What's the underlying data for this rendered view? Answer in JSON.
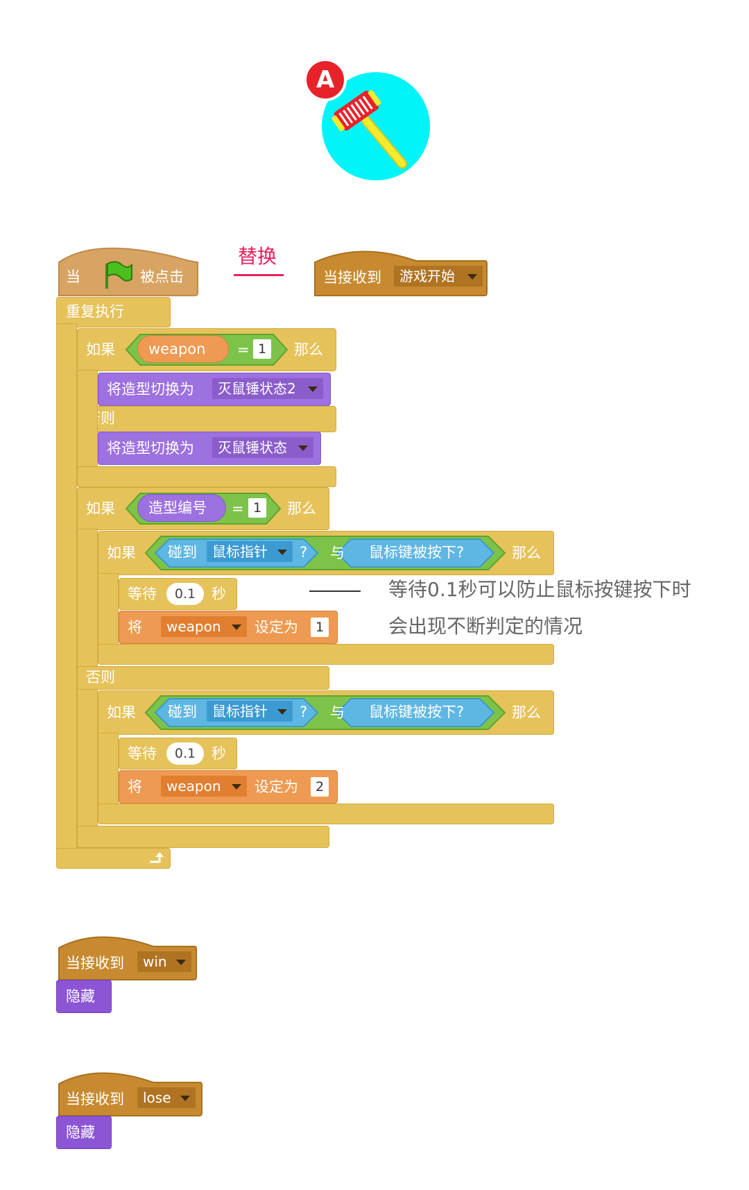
{
  "sprite": {
    "badge": "A",
    "icon": "hammer-icon",
    "accent_color": "#00F4F8",
    "badge_color": "#E8222A"
  },
  "replace_note": "替换",
  "script_main": {
    "hat_when": "当",
    "hat_clicked": "被点击",
    "flag_icon": "green-flag-icon",
    "forever": "重复执行",
    "if1": {
      "if": "如果",
      "var": "weapon",
      "eq": "=",
      "value": "1",
      "then": "那么"
    },
    "switch1": {
      "label": "将造型切换为",
      "costume": "灭鼠锤状态2"
    },
    "else1": "否则",
    "switch2": {
      "label": "将造型切换为",
      "costume": "灭鼠锤状态"
    },
    "if2": {
      "if": "如果",
      "reporter": "造型编号",
      "eq": "=",
      "value": "1",
      "then": "那么"
    },
    "inner_if_a": {
      "if": "如果",
      "touching": "碰到",
      "target": "鼠标指针",
      "q": "?",
      "and": "与",
      "mouse_down": "鼠标键被按下?",
      "then": "那么",
      "wait": "等待",
      "wait_value": "0.1",
      "sec": "秒",
      "set": "将",
      "set_var": "weapon",
      "set_to": "设定为",
      "set_value": "1"
    },
    "else2": "否则",
    "inner_if_b": {
      "if": "如果",
      "touching": "碰到",
      "target": "鼠标指针",
      "q": "?",
      "and": "与",
      "mouse_down": "鼠标键被按下?",
      "then": "那么",
      "wait": "等待",
      "wait_value": "0.1",
      "sec": "秒",
      "set": "将",
      "set_var": "weapon",
      "set_to": "设定为",
      "set_value": "2"
    },
    "loop_icon": "loop-arrow-icon"
  },
  "script_game_start": {
    "receive": "当接收到",
    "message": "游戏开始"
  },
  "annotation": {
    "line1": "等待0.1秒可以防止鼠标按键按下时",
    "line2": "会出现不断判定的情况"
  },
  "script_win": {
    "receive": "当接收到",
    "message": "win",
    "action": "隐藏"
  },
  "script_lose": {
    "receive": "当接收到",
    "message": "lose",
    "action": "隐藏"
  }
}
